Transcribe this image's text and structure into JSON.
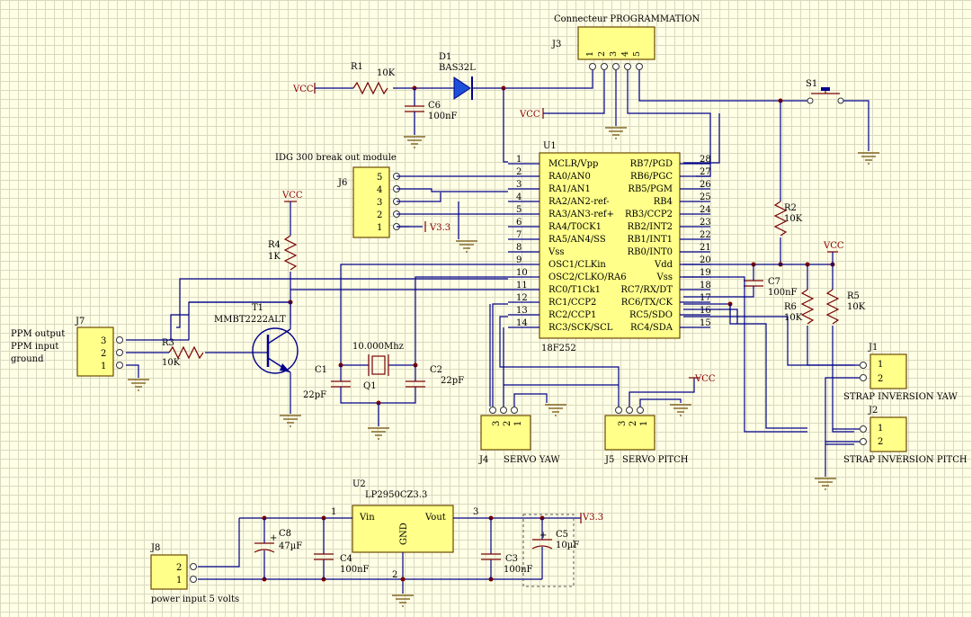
{
  "colors": {
    "wire": "#00008a",
    "component": "#7a0000",
    "body": "#ffff8a",
    "background": "#ffffe6"
  },
  "labels": {
    "vcc": "VCC",
    "v33": "V3.3",
    "j3_title": "Connecteur PROGRAMMATION",
    "j3": "J3",
    "j3_pins": [
      "1",
      "2",
      "3",
      "4",
      "5"
    ],
    "r1": "R1",
    "r1_val": "10K",
    "d1": "D1",
    "d1_val": "BAS32L",
    "c6": "C6",
    "c6_val": "100nF",
    "s1": "S1",
    "u1": "U1",
    "u1_part": "18F252",
    "u1_left": [
      "MCLR/Vpp",
      "RA0/AN0",
      "RA1/AN1",
      "RA2/AN2-ref-",
      "RA3/AN3-ref+",
      "RA4/T0CK1",
      "RA5/AN4/SS",
      "Vss",
      "OSC1/CLKin",
      "OSC2/CLKO/RA6",
      "RC0/T1Ck1",
      "RC1/CCP2",
      "RC2/CCP1",
      "RC3/SCK/SCL"
    ],
    "u1_left_nums": [
      "1",
      "2",
      "3",
      "4",
      "5",
      "6",
      "7",
      "8",
      "9",
      "10",
      "11",
      "12",
      "13",
      "14"
    ],
    "u1_right": [
      "RB7/PGD",
      "RB6/PGC",
      "RB5/PGM",
      "RB4",
      "RB3/CCP2",
      "RB2/INT2",
      "RB1/INT1",
      "RB0/INT0",
      "Vdd",
      "Vss",
      "RC7/RX/DT",
      "RC6/TX/CK",
      "RC5/SDO",
      "RC4/SDA"
    ],
    "u1_right_nums": [
      "28",
      "27",
      "26",
      "25",
      "24",
      "23",
      "22",
      "21",
      "20",
      "19",
      "18",
      "17",
      "16",
      "15"
    ],
    "j6_title": "IDG 300 break out module",
    "j6": "J6",
    "j6_pins": [
      "5",
      "4",
      "3",
      "2",
      "1"
    ],
    "r2": "R2",
    "r2_val": "10K",
    "r4": "R4",
    "r4_val": "1K",
    "t1": "T1",
    "t1_val": "MMBT2222ALT",
    "r3": "R3",
    "r3_val": "10K",
    "j7": "J7",
    "j7_pins": [
      "3",
      "2",
      "1"
    ],
    "j7_lines": [
      "PPM output",
      "PPM input",
      "ground"
    ],
    "q1": "Q1",
    "q1_val": "10.000Mhz",
    "c1": "C1",
    "c1_val": "22pF",
    "c2": "C2",
    "c2_val": "22pF",
    "c7": "C7",
    "c7_val": "100nF",
    "r5": "R5",
    "r5_val": "10K",
    "r6": "R6",
    "r6_val": "10K",
    "j1": "J1",
    "j1_pins": [
      "1",
      "2"
    ],
    "j1_title": "STRAP INVERSION YAW",
    "j2": "J2",
    "j2_pins": [
      "1",
      "2"
    ],
    "j2_title": "STRAP INVERSION PITCH",
    "j4": "J4",
    "j4_title": "SERVO YAW",
    "j4_pins": [
      "3",
      "2",
      "1"
    ],
    "j5": "J5",
    "j5_title": "SERVO PITCH",
    "j5_pins": [
      "3",
      "2",
      "1"
    ],
    "u2": "U2",
    "u2_part": "LP2950CZ3.3",
    "u2_vin": "Vin",
    "u2_vout": "Vout",
    "u2_gnd": "GND",
    "u2_pin1": "1",
    "u2_pin2": "2",
    "u2_pin3": "3",
    "c8": "C8",
    "c8_val": "47µF",
    "c4": "C4",
    "c4_val": "100nF",
    "c3": "C3",
    "c3_val": "100nF",
    "c5": "C5",
    "c5_val": "10µF",
    "plus": "+",
    "j8": "J8",
    "j8_pins": [
      "2",
      "1"
    ],
    "j8_title": "power input 5 volts"
  }
}
